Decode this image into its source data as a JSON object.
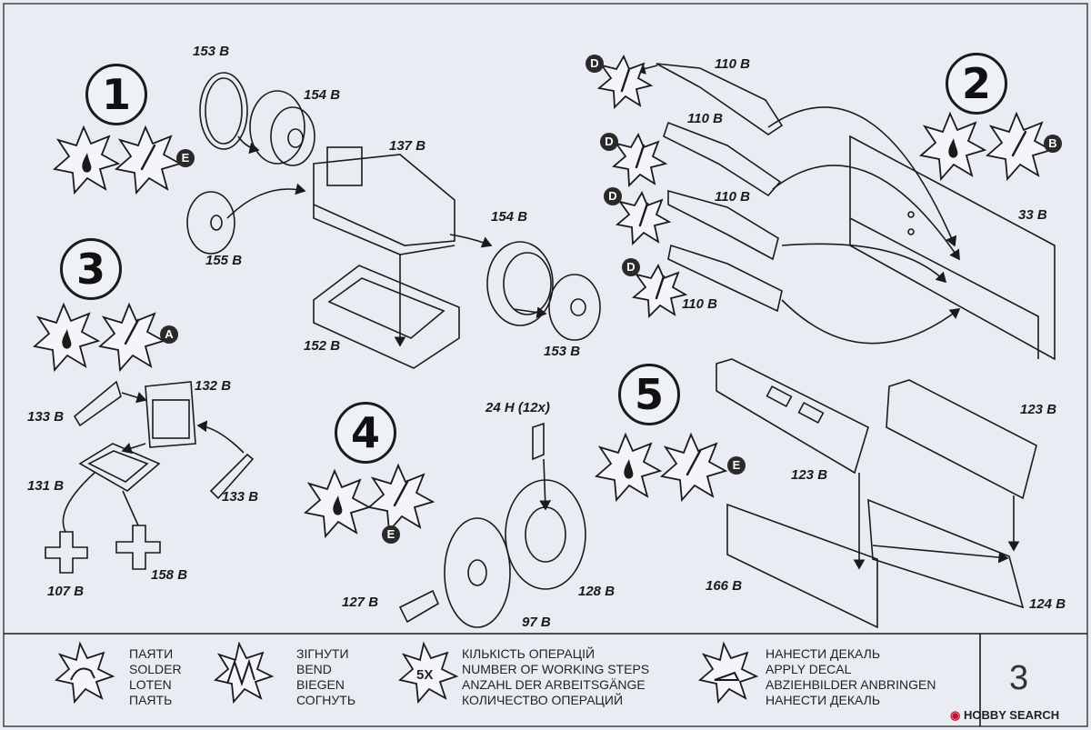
{
  "steps": [
    {
      "number": "1",
      "badge": "E"
    },
    {
      "number": "2",
      "badge": "B"
    },
    {
      "number": "3",
      "badge": "A"
    },
    {
      "number": "4",
      "badge": "E"
    },
    {
      "number": "5",
      "badge": "E"
    }
  ],
  "decal_badges": [
    "D",
    "D",
    "D",
    "D"
  ],
  "parts": {
    "p153b_top": "153 B",
    "p154b_top": "154 B",
    "p137b": "137 B",
    "p155b": "155 B",
    "p154b_right": "154 B",
    "p152b": "152 B",
    "p153b_bottom": "153 B",
    "p110b_1": "110 B",
    "p110b_2": "110 B",
    "p110b_3": "110 B",
    "p110b_4": "110 B",
    "p33b": "33 B",
    "p132b": "132 B",
    "p133b_left": "133 B",
    "p133b_right": "133 B",
    "p131b": "131 B",
    "p107b": "107 B",
    "p158b": "158 B",
    "p24h": "24 H (12x)",
    "p127b": "127 B",
    "p128b": "128 B",
    "p97b": "97 B",
    "p123b_top": "123 B",
    "p123b_left": "123 B",
    "p166b": "166 B",
    "p124b": "124 B"
  },
  "legend": {
    "solder": [
      "ПАЯТИ",
      "SOLDER",
      "LOTEN",
      "ПАЯТЬ"
    ],
    "bend": [
      "ЗІГНУТИ",
      "BEND",
      "BIEGEN",
      "СОГНУТЬ"
    ],
    "count_icon": "5X",
    "count": [
      "КІЛЬКІСТЬ ОПЕРАЦІЙ",
      "NUMBER OF WORKING STEPS",
      "ANZAHL DER ARBEITSGÄNGE",
      "КОЛИЧЕСТВО ОПЕРАЦИЙ"
    ],
    "decal": [
      "НАНЕСТИ ДЕКАЛЬ",
      "APPLY DECAL",
      "ABZIEHBILDER ANBRINGEN",
      "НАНЕСТИ ДЕКАЛЬ"
    ]
  },
  "page_number": "3",
  "watermark": {
    "brand": "HOBBY SEARCH"
  },
  "colors": {
    "background": "#e9edf3",
    "ink": "#1b1b1b",
    "watermark_red": "#c8102e"
  }
}
